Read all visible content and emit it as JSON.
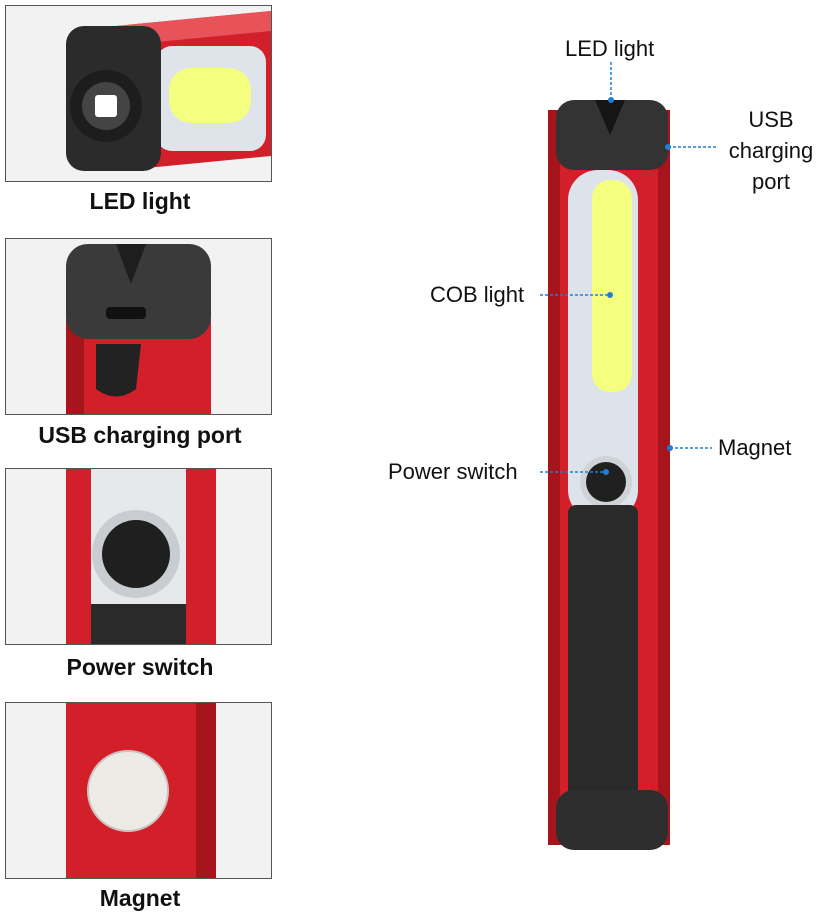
{
  "panels": {
    "led": {
      "caption": "LED light"
    },
    "usb": {
      "caption": "USB  charging  port"
    },
    "power": {
      "caption": "Power switch"
    },
    "magnet": {
      "caption": "Magnet"
    }
  },
  "callouts": {
    "led_light": "LED light",
    "usb_line1": "USB",
    "usb_line2": "charging",
    "usb_line3": "port",
    "cob_light": "COB light",
    "magnet": "Magnet",
    "power_switch": "Power switch"
  },
  "colors": {
    "body_red": "#d8202a",
    "dark_red": "#9e1018",
    "cap_black": "#2a2a2a",
    "cob_yellow": "#f4ff80",
    "leader_blue": "#1f7fd6"
  }
}
